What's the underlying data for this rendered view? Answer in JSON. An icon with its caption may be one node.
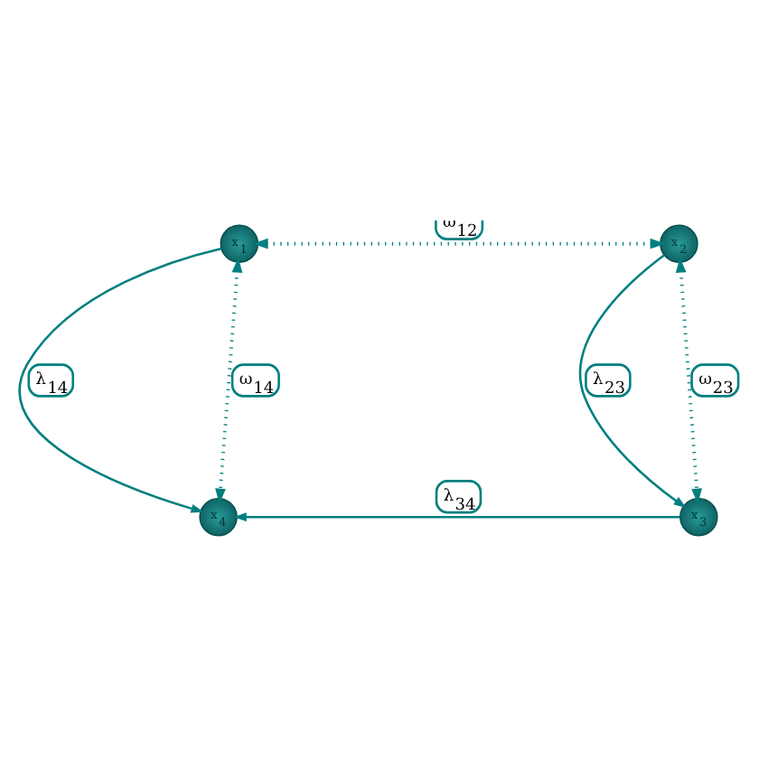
{
  "diagram": {
    "nodes": [
      {
        "text": [
          "x$_{1}$"
        ]
      },
      {
        "text": [
          "x$_{2}$"
        ]
      },
      {
        "text": [
          "x$_{3}$"
        ]
      },
      {
        "text": [
          "x$_{4}$"
        ]
      }
    ],
    "edges": [
      {
        "from": 0,
        "to": 1,
        "arrow": "both",
        "style": "dashed",
        "label": "ω$_{12}$"
      },
      {
        "from": 0,
        "to": 3,
        "arrow": "to",
        "label": "λ$_{14}$"
      },
      {
        "from": 1,
        "to": 2,
        "arrow": "to",
        "label": "λ$_{23}$"
      },
      {
        "from": 1,
        "to": 2,
        "arrow": "both",
        "style": "dashed",
        "label": "ω$_{23}$"
      },
      {
        "from": 0,
        "to": 3,
        "arrow": "both",
        "style": "dashed",
        "label": "ω$_{14}$"
      },
      {
        "from": 2,
        "to": 3,
        "arrow": "to",
        "label": "λ$_{34}$"
      }
    ]
  }
}
